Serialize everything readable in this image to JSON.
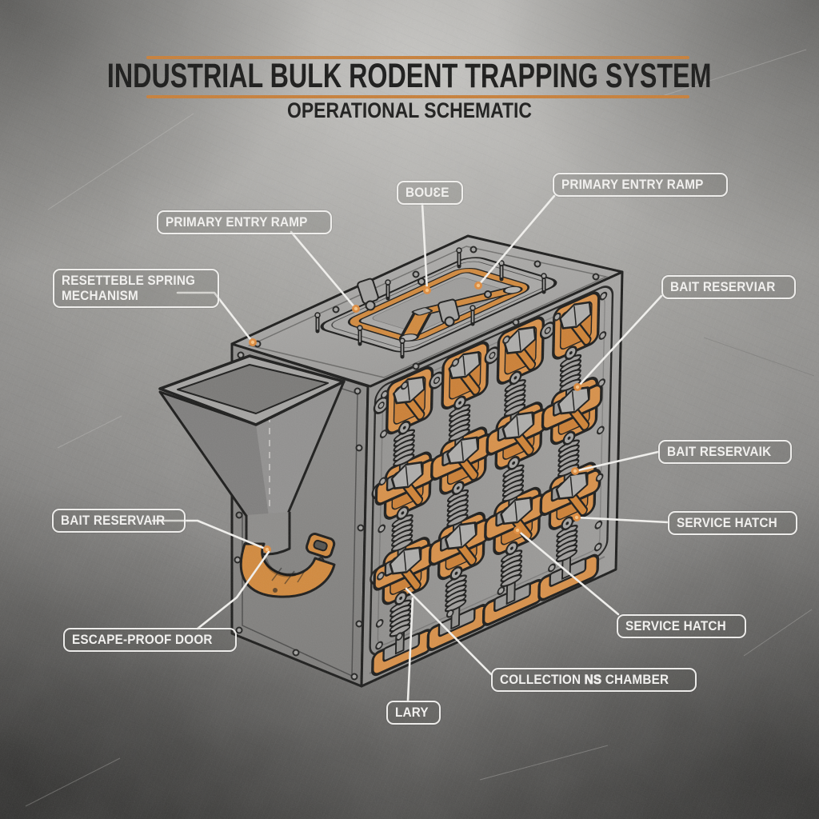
{
  "header": {
    "title": "INDUSTRIAL BULK RODENT TRAPPING SYSTEM",
    "subtitle": "OPERATIONAL SCHEMATIC"
  },
  "callouts": {
    "boule": "BOUƐE",
    "primary_entry_ramp_left": "PRIMARY ENTRY RAMP",
    "primary_entry_ramp_right": "PRIMARY ENTRY RAMP",
    "resetteble_spring_line1": "RESETTEBLE SPRING",
    "resetteble_spring_line2": "MECHANISM",
    "bait_reserviar_right": "BAIT RESERVIAR",
    "bait_reservaik_right": "BAIT RESERVAIK",
    "service_hatch_upper": "SERVICE HATCH",
    "service_hatch_lower": "SERVICE HATCH",
    "bait_reservair_left": "BAIT RESERVAIR",
    "escape_proof_door": "ESCAPE-PROOF DOOR",
    "collection_chamber_pre": "COLLECTION ",
    "collection_chamber_bold": "NS",
    "collection_chamber_post": " CHAMBER",
    "lary": "LARY"
  },
  "colors": {
    "accent_orange": "#c8803a",
    "trap_orange": "#d28a3e",
    "leader_line": "#f2f1ee",
    "machine_outline": "#1d1d1c",
    "label_border": "#f6f5f3"
  }
}
